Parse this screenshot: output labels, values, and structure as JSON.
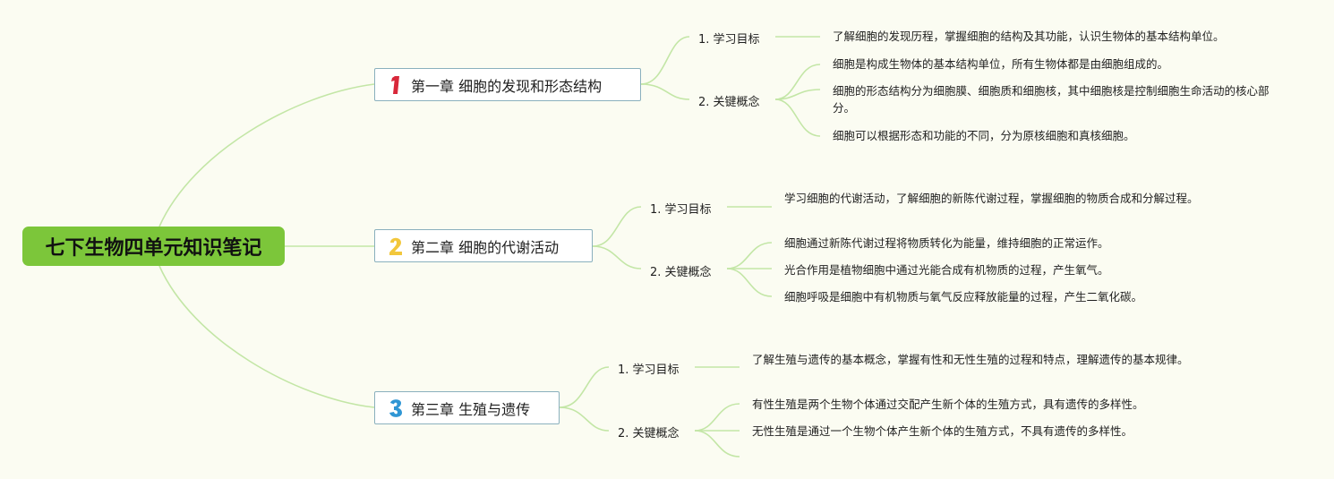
{
  "root": {
    "title": "七下生物四单元知识笔记"
  },
  "colors": {
    "line": "#c3e6a6",
    "root_fill": "#7cc63a",
    "chapter_border": "#8ab0bd",
    "num1": "#d8283a",
    "num2": "#f2c73c",
    "num3": "#2f96d4"
  },
  "chapters": [
    {
      "number": "1",
      "title": "第一章 细胞的发现和形态结构",
      "goal_label": "1. 学习目标",
      "goal_text": "了解细胞的发现历程，掌握细胞的结构及其功能，认识生物体的基本结构单位。",
      "concept_label": "2. 关键概念",
      "concepts": [
        "细胞是构成生物体的基本结构单位，所有生物体都是由细胞组成的。",
        "细胞的形态结构分为细胞膜、细胞质和细胞核，其中细胞核是控制细胞生命活动的核心部分。",
        "细胞可以根据形态和功能的不同，分为原核细胞和真核细胞。"
      ]
    },
    {
      "number": "2",
      "title": "第二章 细胞的代谢活动",
      "goal_label": "1. 学习目标",
      "goal_text": "学习细胞的代谢活动，了解细胞的新陈代谢过程，掌握细胞的物质合成和分解过程。",
      "concept_label": "2. 关键概念",
      "concepts": [
        "细胞通过新陈代谢过程将物质转化为能量，维持细胞的正常运作。",
        "光合作用是植物细胞中通过光能合成有机物质的过程，产生氧气。",
        "细胞呼吸是细胞中有机物质与氧气反应释放能量的过程，产生二氧化碳。"
      ]
    },
    {
      "number": "3",
      "title": "第三章 生殖与遗传",
      "goal_label": "1. 学习目标",
      "goal_text": "了解生殖与遗传的基本概念，掌握有性和无性生殖的过程和特点，理解遗传的基本规律。",
      "concept_label": "2. 关键概念",
      "concepts": [
        "有性生殖是两个生物个体通过交配产生新个体的生殖方式，具有遗传的多样性。",
        "无性生殖是通过一个生物个体产生新个体的生殖方式，不具有遗传的多样性。"
      ]
    }
  ]
}
